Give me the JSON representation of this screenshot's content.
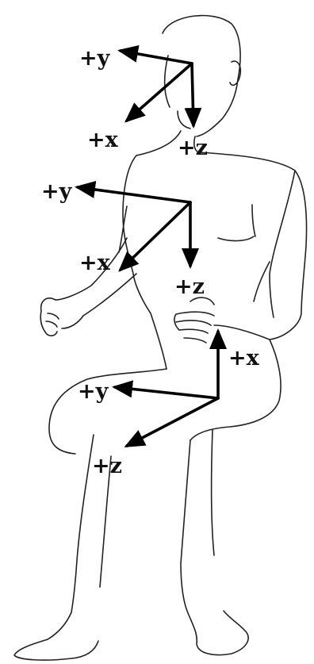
{
  "figure": {
    "colors": {
      "line": "#222222",
      "arrow": "#000000",
      "background": "#ffffff"
    },
    "frames": [
      {
        "name": "head",
        "labels": {
          "x": "+x",
          "y": "+y",
          "z": "+z"
        }
      },
      {
        "name": "chest",
        "labels": {
          "x": "+x",
          "y": "+y",
          "z": "+z"
        }
      },
      {
        "name": "thigh",
        "labels": {
          "x": "+x",
          "y": "+y",
          "z": "+z"
        }
      }
    ]
  }
}
